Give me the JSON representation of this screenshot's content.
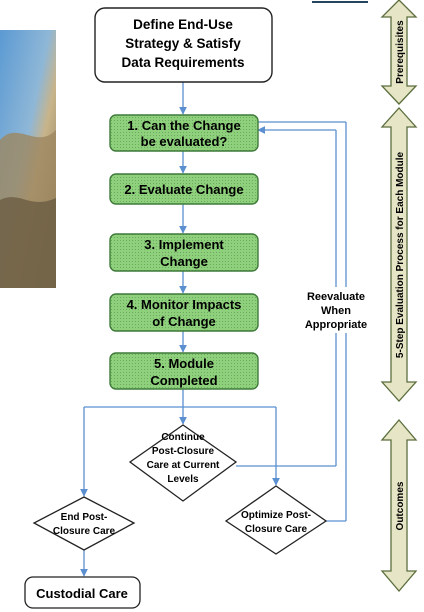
{
  "steps": {
    "define": [
      "Define End-Use",
      "Strategy & Satisfy",
      "Data Requirements"
    ],
    "step1": [
      "1. Can the Change",
      "be evaluated?"
    ],
    "step2": [
      "2. Evaluate Change"
    ],
    "step3": [
      "3. Implement",
      "Change"
    ],
    "step4": [
      "4. Monitor Impacts",
      "of Change"
    ],
    "step5": [
      "5. Module",
      "Completed"
    ]
  },
  "outcomes": {
    "continue": [
      "Continue",
      "Post-Closure",
      "Care at Current",
      "Levels"
    ],
    "end": [
      "End Post-",
      "Closure Care"
    ],
    "optimize": [
      "Optimize Post-",
      "Closure Care"
    ],
    "custodial": "Custodial Care"
  },
  "loop_label": [
    "Reevaluate",
    "When",
    "Appropriate"
  ],
  "side_labels": {
    "prerequisites": "Prerequisites",
    "evaluation": "5-Step Evaluation Process for Each Module",
    "outcomes": "Outcomes"
  },
  "colors": {
    "step_fill": "#8ed07c",
    "step_border": "#3f7a3a",
    "arrow": "#5b8fd0",
    "side_arrow_fill": "#e6e6c6",
    "side_arrow_border": "#5c6e3e",
    "photo_sky": "#4f8ec6",
    "photo_ground": "#a88e6a"
  }
}
